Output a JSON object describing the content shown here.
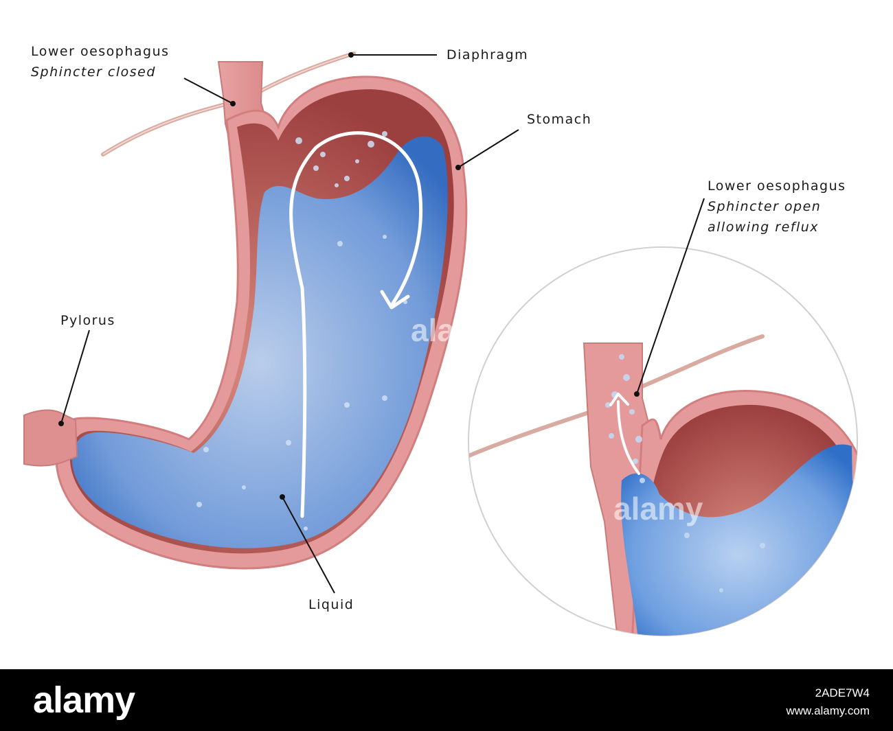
{
  "labels": {
    "lower_oesophagus_closed": {
      "line1": "Lower oesophagus",
      "line2": "Sphincter closed"
    },
    "diaphragm": "Diaphragm",
    "stomach": "Stomach",
    "lower_oesophagus_open": {
      "line1": "Lower oesophagus",
      "line2": "Sphincter open",
      "line3": "allowing reflux"
    },
    "pylorus": "Pylorus",
    "liquid": "Liquid"
  },
  "watermark": "alamy",
  "footer": {
    "logo": "alamy",
    "image_id": "2ADE7W4",
    "site": "www.alamy.com"
  },
  "colors": {
    "tissue": "#e9a0a0",
    "tissue_dark": "#c96f6f",
    "stomach_interior": "#a84a4a",
    "liquid": "#3f7fd0",
    "liquid_light": "#9cc0ea",
    "diaphragm": "#d8a9a0",
    "circle_border": "#cfcfcf"
  }
}
